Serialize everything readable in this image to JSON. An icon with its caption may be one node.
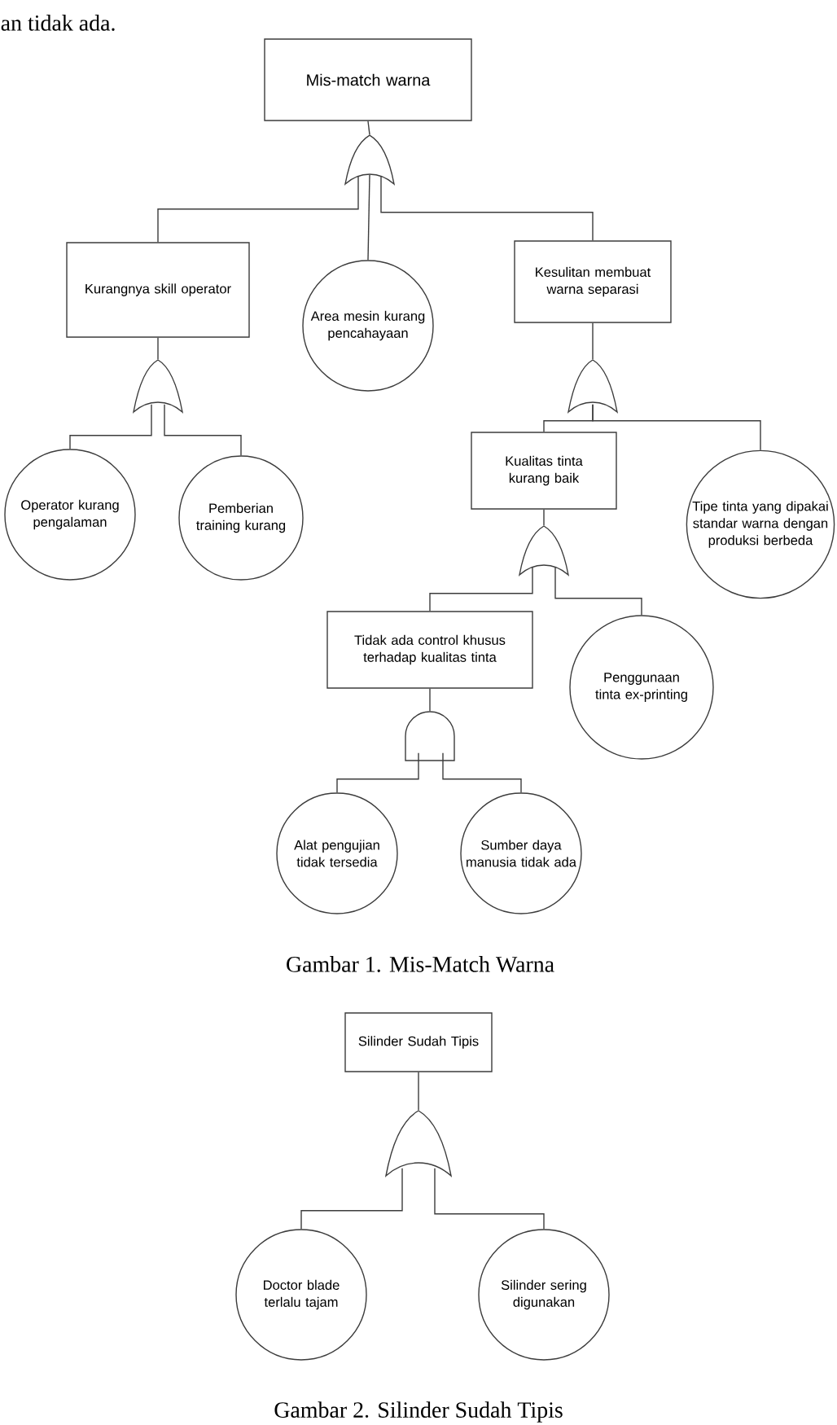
{
  "diagram": {
    "nodes": [
      {
        "text": [
          "Mis-match warna"
        ]
      },
      {
        "text": [],
        "shape": "or-gate"
      },
      {
        "text": [
          "Kurangnya skill operator"
        ]
      },
      {
        "text": [
          "Area mesin kurang pencahayaan"
        ]
      },
      {
        "text": [
          "Kesulitan membuat warna separasi"
        ]
      },
      {
        "text": [],
        "shape": "or-gate"
      },
      {
        "text": [
          "Operator kurang pengalaman"
        ]
      },
      {
        "text": [
          "Pemberian training kurang"
        ]
      },
      {
        "text": [],
        "shape": "or-gate"
      },
      {
        "text": [
          "Kualitas tinta kurang baik"
        ]
      },
      {
        "text": [
          "Tipe tinta yang dipakai standar warna dengan produksi berbeda"
        ]
      },
      {
        "text": [],
        "shape": "or-gate"
      },
      {
        "text": [
          "Tidak ada control khusus terhadap kualitas tinta"
        ]
      },
      {
        "text": [
          "Penggunaan tinta ex-printing"
        ]
      },
      {
        "text": [],
        "shape": "and-gate"
      },
      {
        "text": [
          "Alat pengujian tidak tersedia"
        ]
      },
      {
        "text": [
          "Sumber daya manusia tidak ada"
        ]
      },
      {
        "text": [
          "Silinder Sudah Tipis"
        ]
      },
      {
        "text": [],
        "shape": "or-gate"
      },
      {
        "text": [
          "Doctor blade terlalu tajam"
        ]
      },
      {
        "text": [
          "Silinder sering digunakan"
        ]
      }
    ],
    "edges": [
      {
        "from": 0,
        "to": 1,
        "arrow": "none"
      },
      {
        "from": 1,
        "to": 2,
        "arrow": "none"
      },
      {
        "from": 1,
        "to": 3,
        "arrow": "none"
      },
      {
        "from": 1,
        "to": 4,
        "arrow": "none"
      },
      {
        "from": 2,
        "to": 5,
        "arrow": "none"
      },
      {
        "from": 5,
        "to": 6,
        "arrow": "none"
      },
      {
        "from": 5,
        "to": 7,
        "arrow": "none"
      },
      {
        "from": 4,
        "to": 8,
        "arrow": "none"
      },
      {
        "from": 8,
        "to": 9,
        "arrow": "none"
      },
      {
        "from": 8,
        "to": 10,
        "arrow": "none"
      },
      {
        "from": 9,
        "to": 11,
        "arrow": "none"
      },
      {
        "from": 11,
        "to": 12,
        "arrow": "none"
      },
      {
        "from": 11,
        "to": 13,
        "arrow": "none"
      },
      {
        "from": 12,
        "to": 14,
        "arrow": "none"
      },
      {
        "from": 14,
        "to": 15,
        "arrow": "none"
      },
      {
        "from": 14,
        "to": 16,
        "arrow": "none"
      },
      {
        "from": 17,
        "to": 18,
        "arrow": "none"
      },
      {
        "from": 18,
        "to": 19,
        "arrow": "none"
      },
      {
        "from": 18,
        "to": 20,
        "arrow": "none"
      }
    ],
    "labels": [
      "an tidak ada.",
      "Gambar 1. Mis-Match Warna",
      "Gambar 2. Silinder Sudah Tipis"
    ]
  }
}
